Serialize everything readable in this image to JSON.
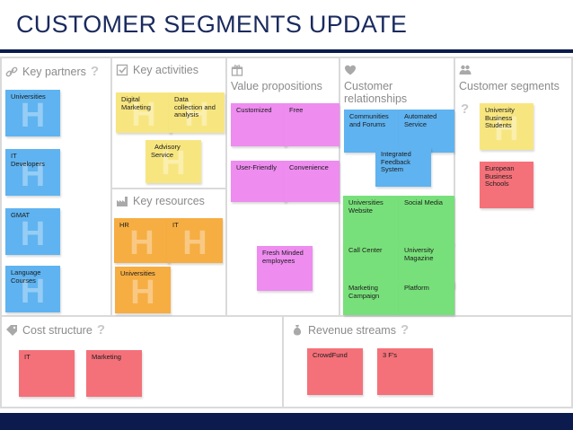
{
  "slide": {
    "title": "CUSTOMER SEGMENTS UPDATE"
  },
  "help_glyph": "?",
  "h_glyph": "H",
  "sections": {
    "key_partners": {
      "label": "Key partners",
      "icon": "chain-link-icon"
    },
    "key_activities": {
      "label": "Key activities",
      "icon": "checkbox-icon"
    },
    "key_resources": {
      "label": "Key resources",
      "icon": "factory-icon"
    },
    "value_propositions": {
      "label": "Value propositions",
      "icon": "gift-icon"
    },
    "customer_relationships": {
      "label": "Customer\nrelationships",
      "icon": "heart-icon"
    },
    "customer_segments": {
      "label": "Customer segments",
      "icon": "people-icon"
    },
    "cost_structure": {
      "label": "Cost structure",
      "icon": "tag-icon"
    },
    "revenue_streams": {
      "label": "Revenue streams",
      "icon": "money-bag-icon"
    }
  },
  "notes": {
    "universities_partner": "Universities",
    "it_developers": "IT\nDevelopers",
    "gmat": "GMAT",
    "language_courses": "Language\nCourses",
    "digital_marketing": "Digital\nMarketing",
    "data_collection": "Data\ncollection and\nanalysis",
    "advisory_service": "Advisory\nService",
    "hr": "HR",
    "it_resource": "IT",
    "universities_resource": "Universities",
    "customized": "Customized",
    "free": "Free",
    "user_friendly": "User-Friendly",
    "convenience": "Convenience",
    "fresh_minded": "Fresh Minded\nemployees",
    "communities": "Communities\nand Forums",
    "automated_service": "Automated\nService",
    "integrated_feedback": "Integrated\nFeedback\nSystem",
    "universities_website": "Universities\nWebsite",
    "social_media": "Social Media",
    "call_center": "Call Center",
    "university_magazine": "University\nMagazine",
    "marketing_campaign": "Marketing\nCampaign",
    "platform": "Platform",
    "university_business_students": "University\nBusiness\nStudents",
    "european_business_schools": "European\nBusiness\nSchools",
    "it_cost": "IT",
    "marketing_cost": "Marketing",
    "crowdfund": "CrowdFund",
    "three_fs": "3 F's"
  },
  "colors": {
    "title": "#1a2a5e",
    "rule": "#0c1b4d",
    "blue_note": "#5fb3f0",
    "yellow_note": "#f7e680",
    "pink_note": "#ee8cf0",
    "green_note": "#78e07a",
    "orange_note": "#f6ad42",
    "red_note": "#f4717a"
  }
}
